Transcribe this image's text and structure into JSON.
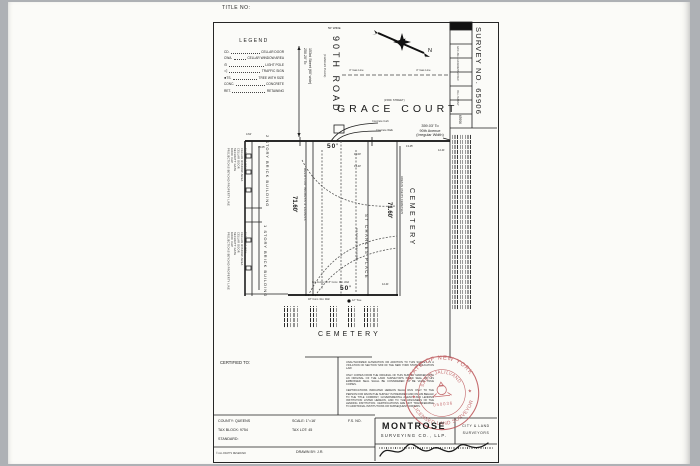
{
  "page": {
    "title_no": "TITLE NO:"
  },
  "sidebar": {
    "survey_no": "SURVEY NO. 65906",
    "rev_rows": [
      "GAS LINE & EASEMENT ADDED",
      "FULL SURVEY"
    ],
    "sheet_no": "65906"
  },
  "legend": {
    "title": "LEGEND",
    "items": [
      {
        "abbr": "CD.",
        "desc": "CELLAR DOOR"
      },
      {
        "abbr": "CWA.",
        "desc": "CELLAR WINDOW AREA"
      },
      {
        "glyph": "⊙",
        "desc": "LIGHT POLE"
      },
      {
        "glyph": "◁",
        "desc": "TRAFFIC SIGN"
      },
      {
        "glyph": "●",
        "abbr": "TS.",
        "desc": "TREE WITH SIZE"
      },
      {
        "abbr": "CONC.",
        "desc": "CONCRETE"
      },
      {
        "abbr": "RET.",
        "desc": "RETAINING"
      }
    ]
  },
  "map": {
    "road_90th": "90TH ROAD",
    "road_90th_alias": "(CHARLES PLACE)",
    "road_width": "50' WIDE",
    "north_label": "N",
    "gas_line_label_1": "4\" Gas Line",
    "gas_line_label_2": "4\" Gas Line",
    "grace_court": "GRACE COURT",
    "grace_court_alias": "(159th STREET)",
    "dist_to_153rd_1": "250.20' To",
    "dist_to_153rd_2": "153rd Street (60' wide)",
    "dist_to_90th_1": "359.03' To",
    "dist_to_90th_2": "90th Avenue",
    "dist_to_90th_3": "(Irregular Width)",
    "front_width": "50'",
    "rear_width": "50'",
    "depth_left": "71.60'",
    "depth_right": "71.60'",
    "bldg_2story": "2 STORY BRICK BUILDING",
    "bldg_1story": "1 STORY BRICK BUILDING",
    "projections_label": "PROJECTIONS BEYOND PROPERTY LINE",
    "projection_items": [
      "ROOF CAP",
      "SECURITY GATE",
      "CELLAR DOOR",
      "CELLAR WINDOW AREA",
      "ELECTRIC BOX"
    ],
    "ingress_label": "DEED FOR INGRESS & EGRESS",
    "st_charles": "ST CHARLES PLACE",
    "area_in_use": "AREA IN USE BY CEMETERY",
    "iron_fence_conc": "Iron Fence On Concrete Wall",
    "cemetery_right": "CEMETERY",
    "cemetery_bottom": "CEMETERY",
    "concrete_curb": "Concrete Curb",
    "concrete_walk": "Concrete Walk",
    "iron_fence_ret": "Iron Fence On 8\" Conc. Ret. Wall",
    "conc_ret_wall": "18\" Conc. Ret. Wall",
    "tree_note": "12\" Tree",
    "dims": {
      "d1": "4.62'",
      "d2": "15.05'",
      "d3": "15.00'",
      "d4": "13.43'",
      "d5": "13.45'",
      "d6": "12.41'",
      "d7": "12.41'"
    }
  },
  "notes": {
    "disclaimer1": "UNAUTHORIZED ALTERATION OR ADDITION TO THIS SURVEY IS A VIOLATION OF SECTION 7209 OF THE NEW YORK STATE EDUCATION LAW.",
    "disclaimer2": "ONLY COPIES FROM THE ORIGINAL OF THIS SURVEY MARKED WITH AN ORIGINAL OF THE LAND SURVEYOR'S INKED SEAL OR HIS EMBOSSED SEAL SHALL BE CONSIDERED TO BE VALID TRUE COPIES.",
    "disclaimer3": "CERTIFICATIONS INDICATED HEREON SHALL RUN ONLY TO THE PERSON FOR WHOM THE SURVEY IS PREPARED AND ON HIS BEHALF TO THE TITLE COMPANY, GOVERNMENTAL AGENCY AND LENDING INSTITUTION LISTED HEREON, AND TO THE ASSIGNEES OF THE LENDING INSTITUTION. CERTIFICATIONS ARE NOT TRANSFERABLE TO ADDITIONAL INSTITUTIONS OR SUBSEQUENT OWNERS."
  },
  "certification": {
    "certified_to": "CERTIFIED TO:",
    "county": "COUNTY: QUEENS",
    "tax_block": "TAX BLOCK: 9754",
    "standard": "STANDARD:",
    "scale": "SCALE: 1\"=16'",
    "tax_lot": "TAX LOT: 45",
    "fs_no": "F.S. NO.",
    "drawn_by": "DRAWN BY: J.R.",
    "rights": "© ALL RIGHTS RESERVED"
  },
  "firm": {
    "name": "MONTROSE",
    "name_sub": "SURVEYING CO., LLP.",
    "right_cell_1": "CITY & LAND",
    "right_cell_2": "SURVEYORS"
  },
  "stamp": {
    "arc_top": "STATE OF NEW YORK",
    "arc_name": "SAEID JALILVAND",
    "arc_bottom": "LICENSED LAND SURVEYOR",
    "number": "050036",
    "color": "#bb5256"
  }
}
